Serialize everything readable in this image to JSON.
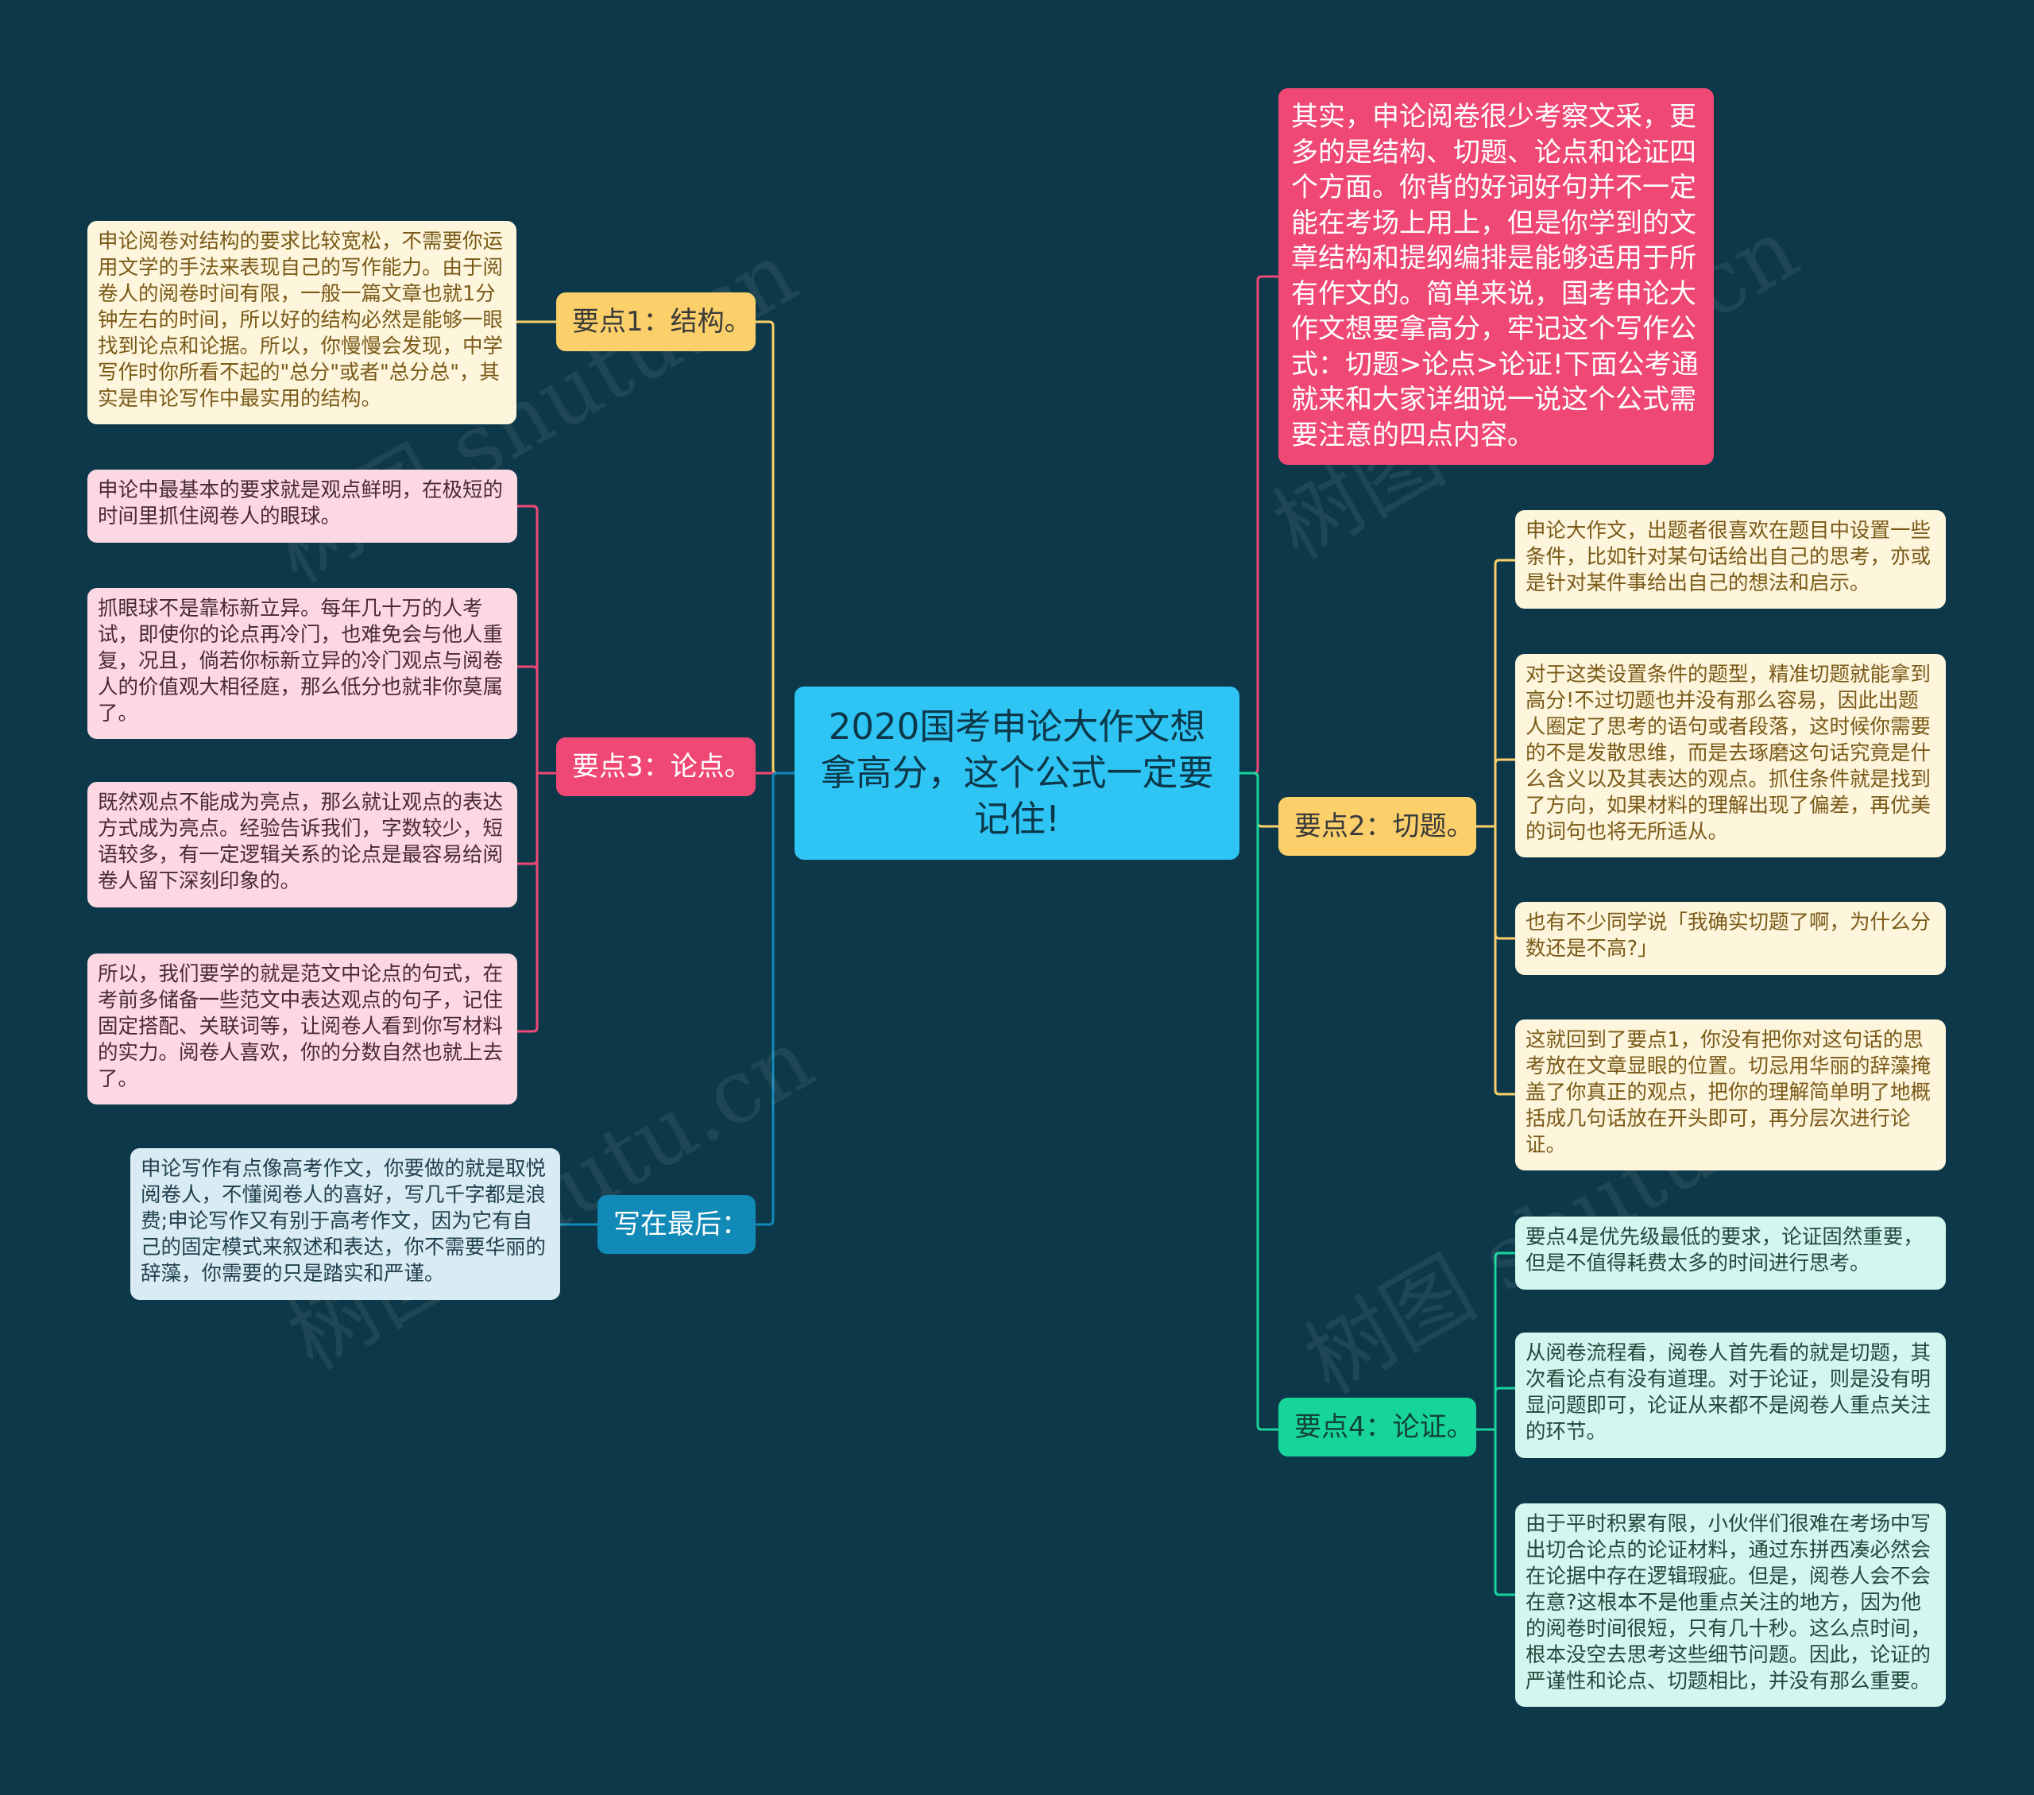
{
  "center": "2020国考申论大作文想拿高分，这个公式一定要记住!",
  "intro": "其实，申论阅卷很少考察文采，更多的是结构、切题、论点和论证四个方面。你背的好词好句并不一定能在考场上用上，但是你学到的文章结构和提纲编排是能够适用于所有作文的。简单来说，国考申论大作文想要拿高分，牢记这个写作公式：切题>论点>论证!下面公考通就来和大家详细说一说这个公式需要注意的四点内容。",
  "left": {
    "point1": {
      "label": "要点1：结构。",
      "leaves": [
        "申论阅卷对结构的要求比较宽松，不需要你运用文学的手法来表现自己的写作能力。由于阅卷人的阅卷时间有限，一般一篇文章也就1分钟左右的时间，所以好的结构必然是能够一眼找到论点和论据。所以，你慢慢会发现，中学写作时你所看不起的\"总分\"或者\"总分总\"，其实是申论写作中最实用的结构。"
      ]
    },
    "point3": {
      "label": "要点3：论点。",
      "leaves": [
        "申论中最基本的要求就是观点鲜明，在极短的时间里抓住阅卷人的眼球。",
        "抓眼球不是靠标新立异。每年几十万的人考试，即使你的论点再冷门，也难免会与他人重复，况且，倘若你标新立异的冷门观点与阅卷人的价值观大相径庭，那么低分也就非你莫属了。",
        "既然观点不能成为亮点，那么就让观点的表达方式成为亮点。经验告诉我们，字数较少，短语较多，有一定逻辑关系的论点是最容易给阅卷人留下深刻印象的。",
        "所以，我们要学的就是范文中论点的句式，在考前多储备一些范文中表达观点的句子，记住固定搭配、关联词等，让阅卷人看到你写材料的实力。阅卷人喜欢，你的分数自然也就上去了。"
      ]
    },
    "last": {
      "label": "写在最后：",
      "leaves": [
        "申论写作有点像高考作文，你要做的就是取悦阅卷人，不懂阅卷人的喜好，写几千字都是浪费;申论写作又有别于高考作文，因为它有自己的固定模式来叙述和表达，你不需要华丽的辞藻，你需要的只是踏实和严谨。"
      ]
    }
  },
  "right": {
    "point2": {
      "label": "要点2：切题。",
      "leaves": [
        "申论大作文，出题者很喜欢在题目中设置一些条件，比如针对某句话给出自己的思考，亦或是针对某件事给出自己的想法和启示。",
        "对于这类设置条件的题型，精准切题就能拿到高分!不过切题也并没有那么容易，因此出题人圈定了思考的语句或者段落，这时候你需要的不是发散思维，而是去琢磨这句话究竟是什么含义以及其表达的观点。抓住条件就是找到了方向，如果材料的理解出现了偏差，再优美的词句也将无所适从。",
        "也有不少同学说「我确实切题了啊，为什么分数还是不高?」",
        "这就回到了要点1，你没有把你对这句话的思考放在文章显眼的位置。切忌用华丽的辞藻掩盖了你真正的观点，把你的理解简单明了地概括成几句话放在开头即可，再分层次进行论证。"
      ]
    },
    "point4": {
      "label": "要点4：论证。",
      "leaves": [
        "要点4是优先级最低的要求，论证固然重要，但是不值得耗费太多的时间进行思考。",
        "从阅卷流程看，阅卷人首先看的就是切题，其次看论点有没有道理。对于论证，则是没有明显问题即可，论证从来都不是阅卷人重点关注的环节。",
        "由于平时积累有限，小伙伴们很难在考场中写出切合论点的论证材料，通过东拼西凑必然会在论据中存在逻辑瑕疵。但是，阅卷人会不会在意?这根本不是他重点关注的地方，因为他的阅卷时间很短，只有几十秒。这么点时间，根本没空去思考这些细节问题。因此，论证的严谨性和论点、切题相比，并没有那么重要。"
      ]
    }
  },
  "watermark": "树图 shutu.cn",
  "colors": {
    "background": "#0d3849",
    "center": "#2ec5f5",
    "yellow": "#fbd06a",
    "pink": "#ef4875",
    "blue": "#118ab8",
    "green": "#16d49a"
  }
}
